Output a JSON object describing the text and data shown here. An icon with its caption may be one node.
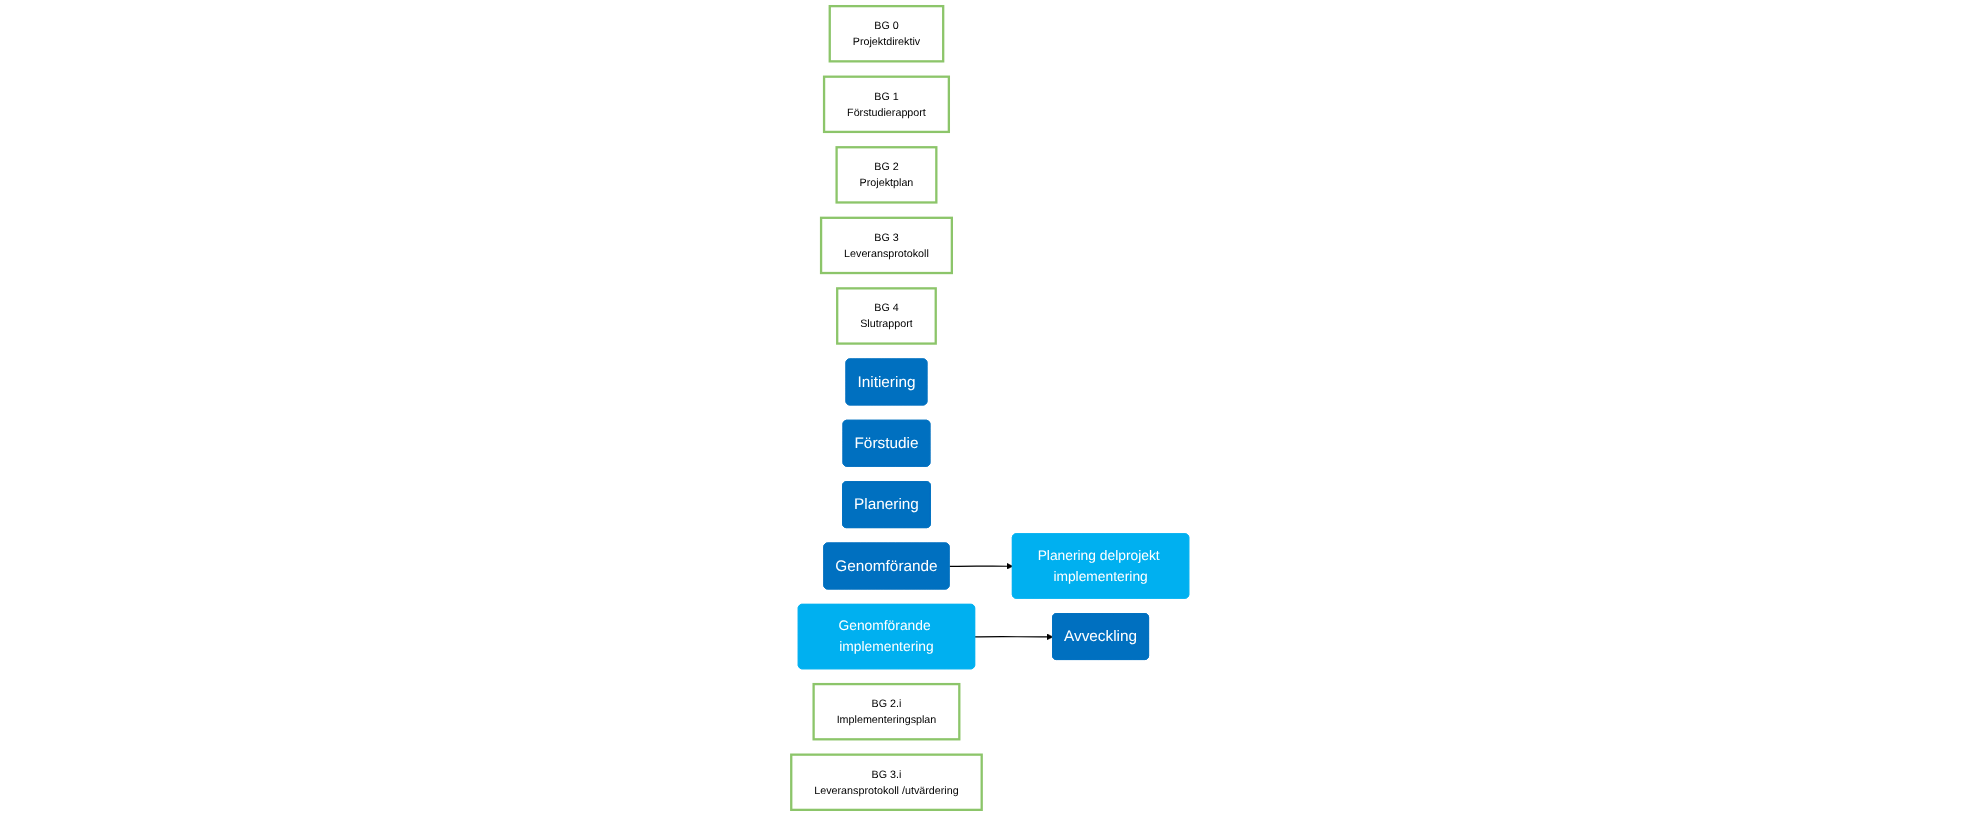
{
  "diagram": {
    "nodes": [
      {
        "text": [
          "BG 0",
          "Projektdirektiv"
        ]
      },
      {
        "text": [
          "BG 1",
          "Förstudierapport"
        ]
      },
      {
        "text": [
          "BG 2",
          "Projektplan"
        ]
      },
      {
        "text": [
          "BG 3",
          "Leveransprotokoll"
        ]
      },
      {
        "text": [
          "BG 4",
          "Slutrapport"
        ]
      },
      {
        "text": [
          "Initiering"
        ]
      },
      {
        "text": [
          "Förstudie"
        ]
      },
      {
        "text": [
          "Planering"
        ]
      },
      {
        "text": [
          "Genomförande"
        ]
      },
      {
        "text": [
          "Avveckling"
        ]
      },
      {
        "text": [
          "Planering delprojekt implementering"
        ]
      },
      {
        "text": [
          "Genomförande implementering"
        ]
      },
      {
        "text": [
          "BG 2.i",
          "Implementeringsplan"
        ]
      },
      {
        "text": [
          "BG 3.i",
          "Leveransprotokoll /utvärdering"
        ]
      }
    ],
    "edges": [
      {
        "from": 8,
        "to": 10,
        "arrow": "to"
      },
      {
        "from": 11,
        "to": 9,
        "arrow": "to"
      }
    ]
  }
}
